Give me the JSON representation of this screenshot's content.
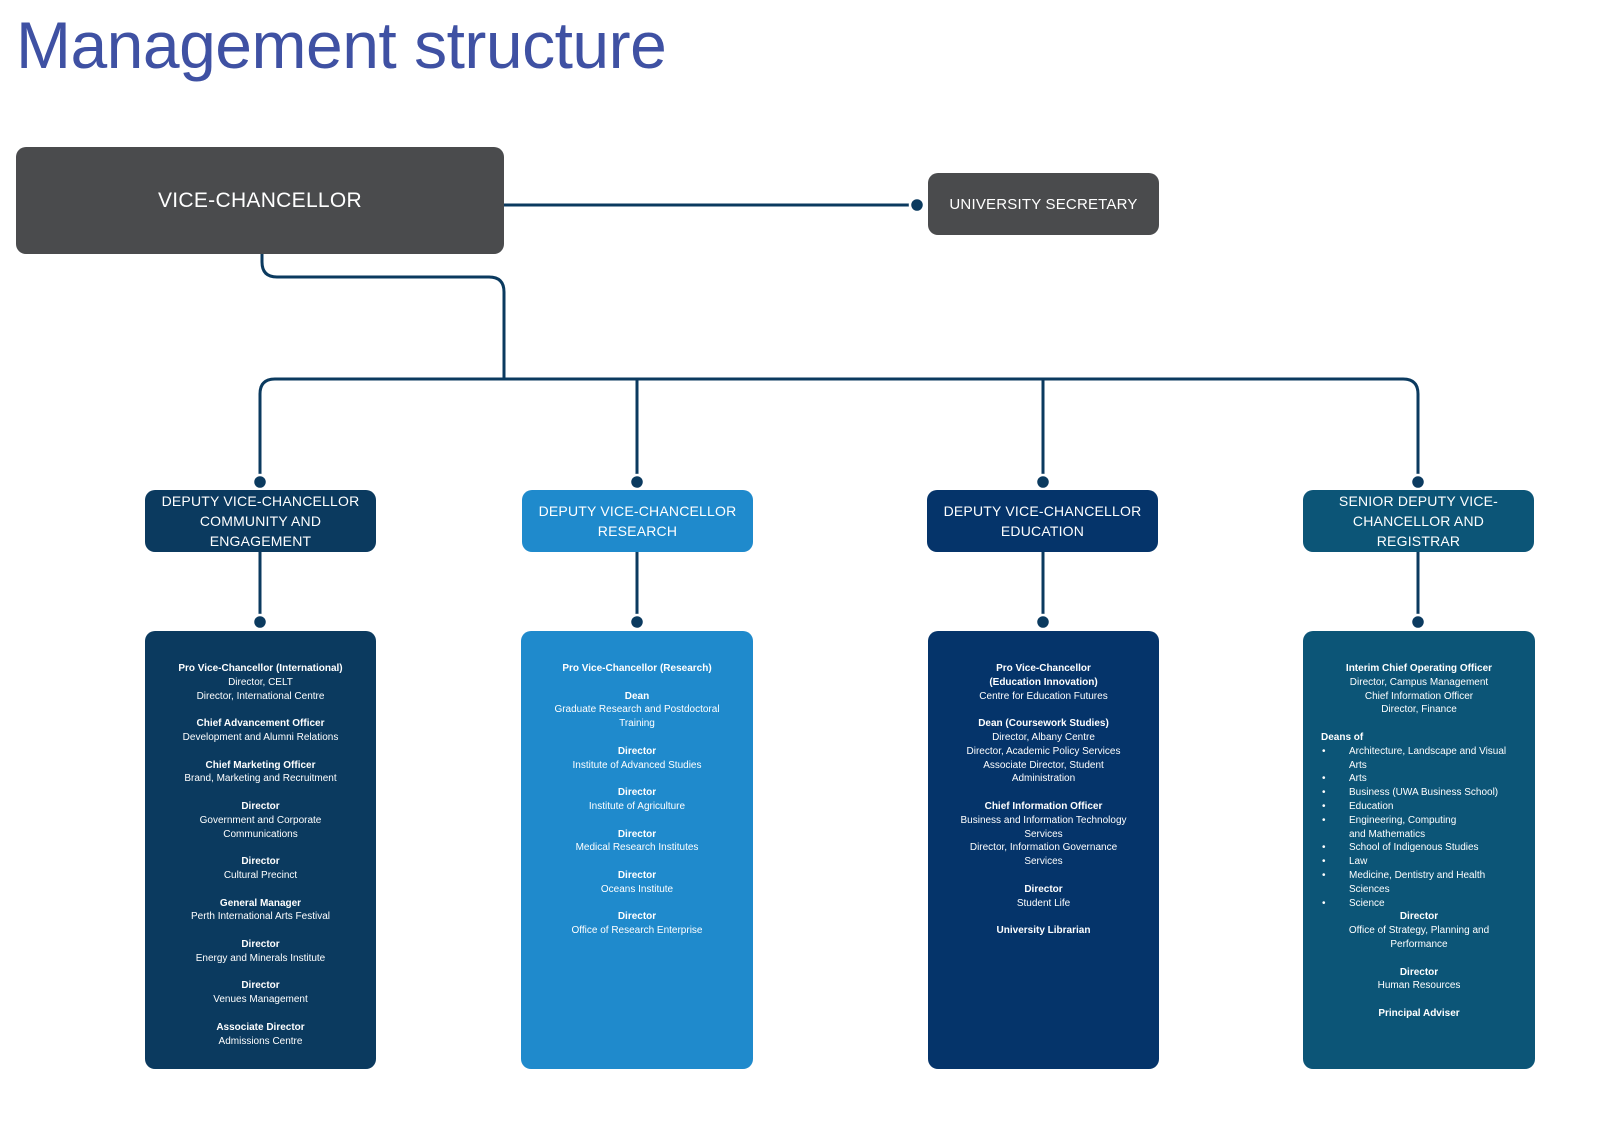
{
  "title": "Management structure",
  "vice_chancellor": "VICE-CHANCELLOR",
  "university_secretary": "UNIVERSITY SECRETARY",
  "colors": {
    "title": "#3f51a3",
    "executive_box": "#4a4b4d",
    "connector": "#0b3a5f",
    "community_engagement": "#0b3a5f",
    "research": "#1f8acc",
    "education": "#05346a",
    "registrar": "#0c5577"
  },
  "divisions": [
    {
      "heading": [
        "DEPUTY VICE-CHANCELLOR",
        "COMMUNITY AND ENGAGEMENT"
      ],
      "entries": [
        {
          "title": "Pro Vice-Chancellor (International)",
          "lines": [
            "Director, CELT",
            "Director, International Centre"
          ]
        },
        {
          "title": "Chief Advancement Officer",
          "lines": [
            "Development and Alumni Relations"
          ]
        },
        {
          "title": "Chief Marketing Officer",
          "lines": [
            "Brand, Marketing and Recruitment"
          ]
        },
        {
          "title": "Director",
          "lines": [
            "Government and Corporate",
            "Communications"
          ]
        },
        {
          "title": "Director",
          "lines": [
            "Cultural Precinct"
          ]
        },
        {
          "title": "General Manager",
          "lines": [
            "Perth International Arts Festival"
          ]
        },
        {
          "title": "Director",
          "lines": [
            "Energy and Minerals Institute"
          ]
        },
        {
          "title": "Director",
          "lines": [
            "Venues Management"
          ]
        },
        {
          "title": "Associate Director",
          "lines": [
            "Admissions Centre"
          ]
        }
      ]
    },
    {
      "heading": [
        "DEPUTY VICE-CHANCELLOR",
        "RESEARCH"
      ],
      "entries": [
        {
          "title": "Pro Vice-Chancellor (Research)",
          "lines": []
        },
        {
          "title": "Dean",
          "lines": [
            "Graduate Research and Postdoctoral",
            "Training"
          ]
        },
        {
          "title": "Director",
          "lines": [
            "Institute of Advanced Studies"
          ]
        },
        {
          "title": "Director",
          "lines": [
            "Institute of Agriculture"
          ]
        },
        {
          "title": "Director",
          "lines": [
            "Medical Research Institutes"
          ]
        },
        {
          "title": "Director",
          "lines": [
            "Oceans Institute"
          ]
        },
        {
          "title": "Director",
          "lines": [
            "Office of Research Enterprise"
          ]
        }
      ]
    },
    {
      "heading": [
        "DEPUTY VICE-CHANCELLOR",
        "EDUCATION"
      ],
      "entries": [
        {
          "title": "Pro Vice-Chancellor",
          "title2": "(Education Innovation)",
          "lines": [
            "Centre for Education Futures"
          ]
        },
        {
          "title": "Dean (Coursework Studies)",
          "lines": [
            "Director, Albany Centre",
            "Director, Academic Policy Services",
            "Associate Director, Student",
            "Administration"
          ]
        },
        {
          "title": "Chief Information Officer",
          "lines": [
            "Business and Information Technology",
            "Services",
            "Director, Information Governance",
            "Services"
          ]
        },
        {
          "title": "Director",
          "lines": [
            "Student Life"
          ]
        },
        {
          "title": "University Librarian",
          "lines": []
        }
      ]
    },
    {
      "heading": [
        "SENIOR DEPUTY VICE-",
        "CHANCELLOR AND REGISTRAR"
      ],
      "entries": [
        {
          "title": "Interim Chief Operating Officer",
          "lines": [
            "Director, Campus Management",
            "Chief Information Officer",
            "Director, Finance"
          ]
        }
      ],
      "deans_heading": "Deans of",
      "deans": [
        [
          "Architecture, Landscape and Visual",
          "Arts"
        ],
        [
          "Arts"
        ],
        [
          "Business (UWA Business School)"
        ],
        [
          "Education"
        ],
        [
          "Engineering, Computing",
          "and Mathematics"
        ],
        [
          "School of Indigenous Studies"
        ],
        [
          "Law"
        ],
        [
          "Medicine, Dentistry and Health",
          "Sciences"
        ],
        [
          "Science"
        ]
      ],
      "entries_after": [
        {
          "title": "Director",
          "lines": [
            "Office of Strategy, Planning and",
            "Performance"
          ]
        },
        {
          "title": "Director",
          "lines": [
            "Human Resources"
          ]
        },
        {
          "title": "Principal Adviser",
          "lines": []
        }
      ]
    }
  ]
}
